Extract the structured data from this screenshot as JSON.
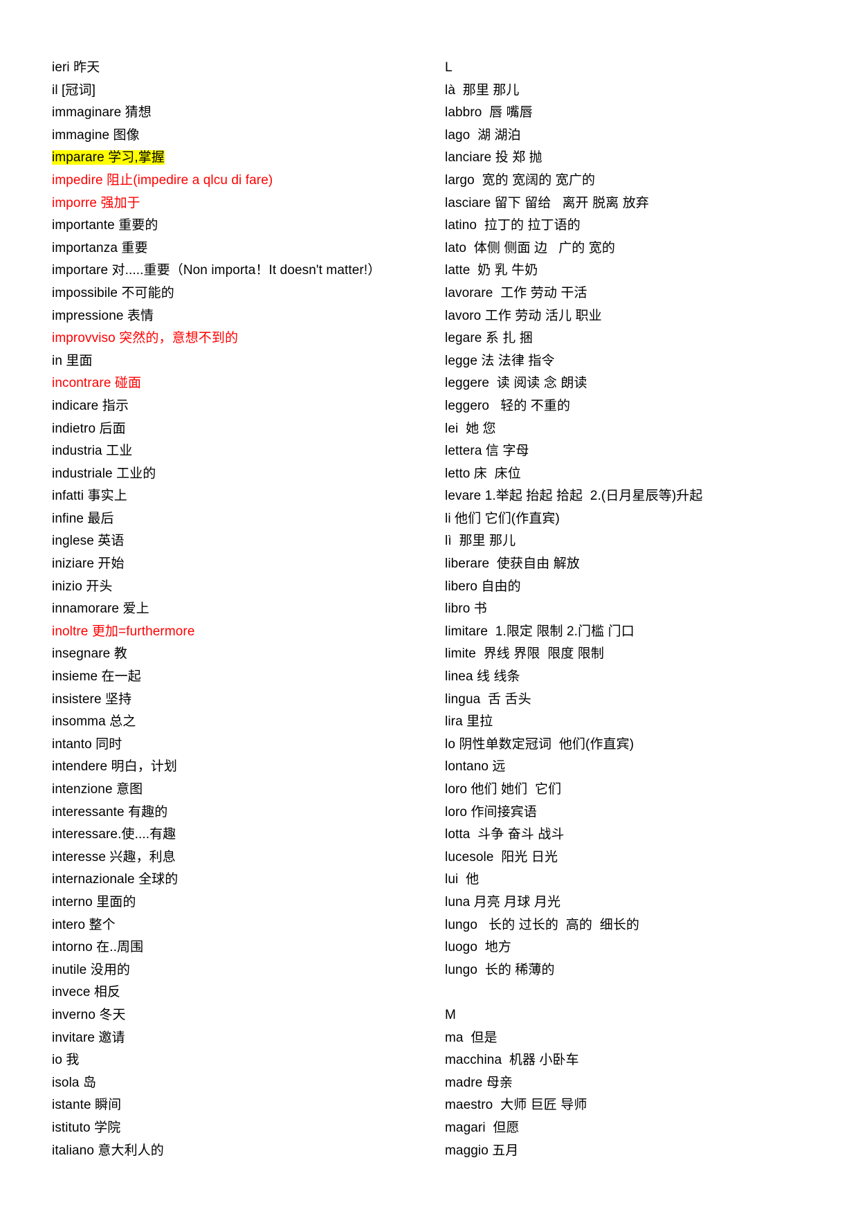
{
  "document": {
    "colors": {
      "text": "#000000",
      "emphasis": "#ff0000",
      "highlight": "#ffff00"
    },
    "left_column": [
      {
        "text": "ieri 昨天"
      },
      {
        "text": "il [冠词]"
      },
      {
        "text": "immaginare 猜想"
      },
      {
        "text": "immagine 图像"
      },
      {
        "text": "imparare 学习,掌握",
        "style": "highlight"
      },
      {
        "text": "impedire 阻止(impedire a qlcu di fare)",
        "style": "red"
      },
      {
        "text": "imporre 强加于",
        "style": "red"
      },
      {
        "text": "importante 重要的"
      },
      {
        "text": "importanza 重要"
      },
      {
        "text": "importare 对.....重要（Non importa！It doesn't matter!）"
      },
      {
        "text": "impossibile 不可能的"
      },
      {
        "text": "impressione 表情"
      },
      {
        "text": "improvviso 突然的，意想不到的",
        "style": "red"
      },
      {
        "text": "in 里面"
      },
      {
        "text": "incontrare 碰面",
        "style": "red"
      },
      {
        "text": "indicare 指示"
      },
      {
        "text": "indietro 后面"
      },
      {
        "text": "industria 工业"
      },
      {
        "text": "industriale 工业的"
      },
      {
        "text": "infatti 事实上"
      },
      {
        "text": "infine 最后"
      },
      {
        "text": "inglese 英语"
      },
      {
        "text": "iniziare 开始"
      },
      {
        "text": "inizio 开头"
      },
      {
        "text": "innamorare 爱上"
      },
      {
        "text": "inoltre 更加=furthermore",
        "style": "red"
      },
      {
        "text": "insegnare 教"
      },
      {
        "text": "insieme 在一起"
      },
      {
        "text": "insistere 坚持"
      },
      {
        "text": "insomma 总之"
      },
      {
        "text": "intanto 同时"
      },
      {
        "text": "intendere 明白，计划"
      },
      {
        "text": "intenzione 意图"
      },
      {
        "text": "interessante 有趣的"
      },
      {
        "text": "interessare.使....有趣"
      },
      {
        "text": "interesse 兴趣，利息"
      },
      {
        "text": "internazionale 全球的"
      },
      {
        "text": "interno 里面的"
      },
      {
        "text": "intero 整个"
      },
      {
        "text": "intorno 在..周围"
      },
      {
        "text": "inutile 没用的"
      },
      {
        "text": "invece 相反"
      },
      {
        "text": "inverno 冬天"
      },
      {
        "text": "invitare 邀请"
      },
      {
        "text": "io 我"
      },
      {
        "text": "isola 岛"
      },
      {
        "text": "istante 瞬间"
      },
      {
        "text": "istituto 学院"
      },
      {
        "text": "italiano 意大利人的"
      }
    ],
    "right_column": [
      {
        "text": "L",
        "style": "heading"
      },
      {
        "text": "là  那里 那儿"
      },
      {
        "text": "labbro  唇 嘴唇"
      },
      {
        "text": "lago  湖 湖泊"
      },
      {
        "text": "lanciare 投 郑 抛"
      },
      {
        "text": "largo  宽的 宽阔的 宽广的"
      },
      {
        "text": "lasciare 留下 留给   离开 脱离 放弃"
      },
      {
        "text": "latino  拉丁的 拉丁语的"
      },
      {
        "text": "lato  体侧 侧面 边   广的 宽的"
      },
      {
        "text": "latte  奶 乳 牛奶"
      },
      {
        "text": "lavorare  工作 劳动 干活"
      },
      {
        "text": "lavoro 工作 劳动 活儿 职业"
      },
      {
        "text": "legare 系 扎 捆"
      },
      {
        "text": "legge 法 法律 指令"
      },
      {
        "text": "leggere  读 阅读 念 朗读"
      },
      {
        "text": "leggero   轻的 不重的"
      },
      {
        "text": "lei  她 您"
      },
      {
        "text": "lettera 信 字母"
      },
      {
        "text": "letto 床  床位"
      },
      {
        "text": "levare 1.举起 抬起 拾起  2.(日月星辰等)升起"
      },
      {
        "text": "li 他们 它们(作直宾)"
      },
      {
        "text": "lì  那里 那儿"
      },
      {
        "text": "liberare  使获自由 解放"
      },
      {
        "text": "libero 自由的"
      },
      {
        "text": "libro 书"
      },
      {
        "text": "limitare  1.限定 限制 2.门槛 门口"
      },
      {
        "text": "limite  界线 界限  限度 限制"
      },
      {
        "text": "linea 线 线条"
      },
      {
        "text": "lingua  舌 舌头"
      },
      {
        "text": "lira 里拉"
      },
      {
        "text": "lo 阴性单数定冠词  他们(作直宾)"
      },
      {
        "text": "lontano 远"
      },
      {
        "text": "loro 他们 她们  它们"
      },
      {
        "text": "loro 作间接宾语"
      },
      {
        "text": "lotta  斗争 奋斗 战斗"
      },
      {
        "text": "lucesole  阳光 日光"
      },
      {
        "text": "lui  他"
      },
      {
        "text": "luna 月亮 月球 月光"
      },
      {
        "text": "lungo   长的 过长的  高的  细长的"
      },
      {
        "text": "luogo  地方"
      },
      {
        "text": "lungo  长的 稀薄的"
      },
      {
        "text": "",
        "style": "blank"
      },
      {
        "text": "M",
        "style": "heading"
      },
      {
        "text": "ma  但是"
      },
      {
        "text": "macchina  机器 小卧车"
      },
      {
        "text": "madre 母亲"
      },
      {
        "text": "maestro  大师 巨匠 导师"
      },
      {
        "text": "magari  但愿"
      },
      {
        "text": "maggio 五月"
      }
    ]
  }
}
